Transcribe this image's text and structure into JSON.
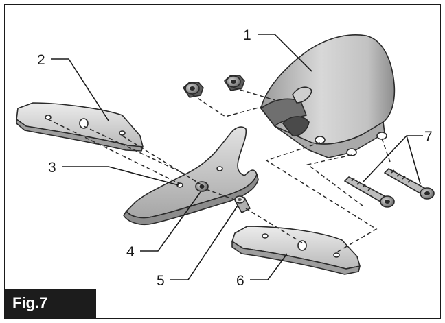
{
  "figure": {
    "label": "Fig.7",
    "callouts": {
      "c1": "1",
      "c2": "2",
      "c3": "3",
      "c4": "4",
      "c5": "5",
      "c6": "6",
      "c7": "7"
    }
  },
  "colors": {
    "ink": "#1a1a1a",
    "part_fill_light": "#e4e4e4",
    "part_fill_mid": "#bdbdbd",
    "part_fill_dark": "#8a8a8a",
    "label_bg": "#1c1c1c",
    "label_text": "#ffffff"
  }
}
